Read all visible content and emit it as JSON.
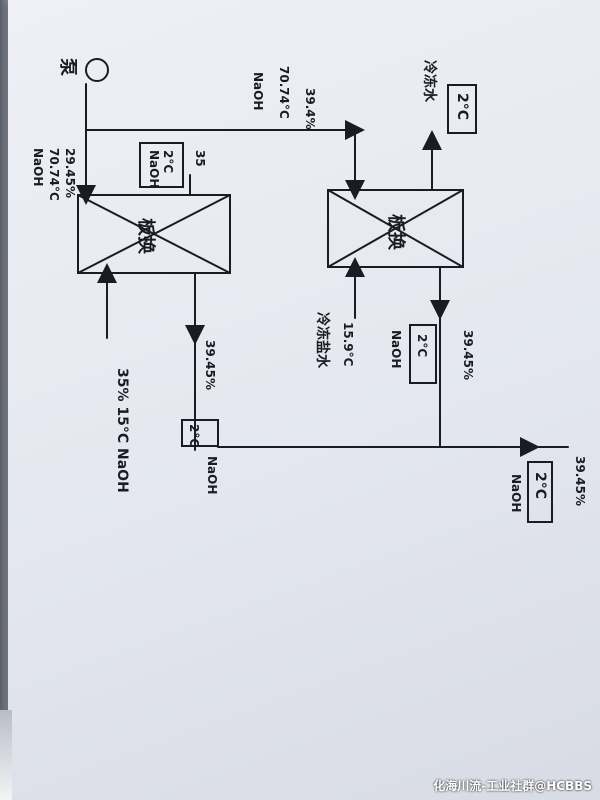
{
  "labels": {
    "pump": "泵",
    "cold_water": "冷冻水",
    "frozen_brine": "冷冻盐水",
    "plate_hx_1": "板换",
    "plate_hx_2": "板换",
    "feed_conc": "29.45%",
    "feed_temp": "70.74°C",
    "feed_fluid": "NaOH",
    "top_conc": "39.4%",
    "top_temp": "70.74°C",
    "top_fluid": "NaOH",
    "inner_temp": "2°C",
    "inner_fluid": "NaOH",
    "inner_extra": "35",
    "right_temp": "2°C",
    "hx2_out_conc": "39.45%",
    "hx2_out_temp": "2°C",
    "hx2_out_fluid": "NaOH",
    "brine_temp": "15.9°C",
    "mid_conc": "39.45%",
    "mid_temp": "2°C",
    "mid_fluid": "NaOH",
    "bottom_left": "35% 15°C NaOH",
    "final_conc": "39.45%",
    "final_temp": "2°C",
    "final_fluid": "NaOH"
  },
  "watermark": "化海川流-工业社群@HCBBS"
}
